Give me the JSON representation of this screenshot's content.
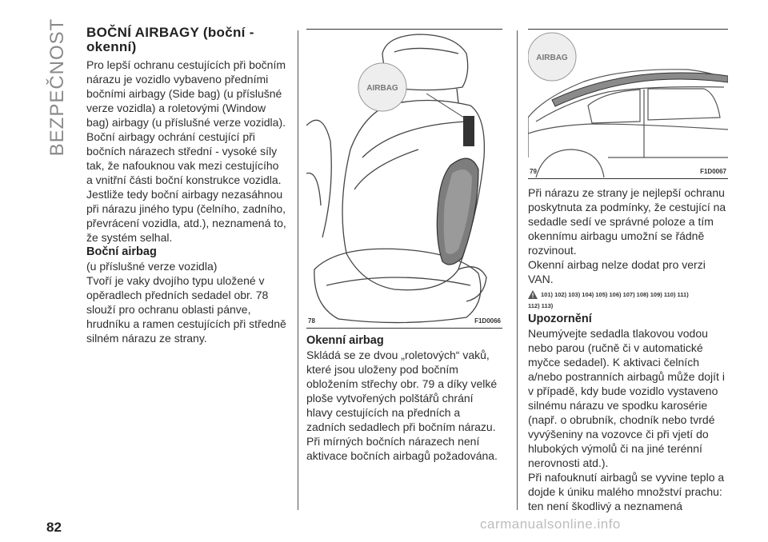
{
  "section_tab": "BEZPEČNOST",
  "page_number": "82",
  "watermark": "carmanualsonline.info",
  "col1": {
    "heading": "BOČNÍ AIRBAGY (boční - okenní)",
    "p1": "Pro lepší ochranu cestujících při bočním nárazu je vozidlo vybaveno předními bočními airbagy (Side bag) (u příslušné verze vozidla) a roletovými (Window bag) airbagy (u příslušné verze vozidla).",
    "p2": "Boční airbagy ochrání cestující při bočních nárazech střední - vysoké síly tak, že nafouknou vak mezi cestujícího a vnitřní části boční konstrukce vozidla.",
    "p3": "Jestliže tedy boční airbagy nezasáhnou při nárazu jiného typu (čelního, zadního, převrácení vozidla, atd.), neznamená to, že systém selhal.",
    "subheading": "Boční airbag",
    "p4": "(u příslušné verze vozidla)",
    "p5": "Tvoří je vaky dvojího typu uložené v opěradlech předních sedadel obr. 78 slouží pro ochranu oblasti pánve, hrudníku a ramen cestujících při středně silném nárazu ze strany."
  },
  "fig78": {
    "number": "78",
    "code": "F1D0066",
    "callout": "AIRBAG"
  },
  "col2": {
    "subheading": "Okenní airbag",
    "p1": "Skládá se ze dvou „roletových“ vaků, které jsou uloženy pod bočním obložením střechy obr. 79 a díky velké ploše vytvořených polštářů chrání hlavy cestujících na předních a zadních sedadlech při bočním nárazu.",
    "p2": "Při mírných bočních nárazech není aktivace bočních airbagů požadována."
  },
  "fig79": {
    "number": "79",
    "code": "F1D0067",
    "callout": "AIRBAG"
  },
  "col3": {
    "p1": "Při nárazu ze strany je nejlepší ochranu poskytnuta za podmínky, že cestující na sedadle sedí ve správné poloze a tím okennímu airbagu umožní se řádně rozvinout.",
    "p2": "Okenní airbag nelze dodat pro verzi VAN.",
    "refs_line1": "101)  102)  103)  104)  105)  106)  107)  108)  109)  110)  111)",
    "refs_line2": "112)  113)",
    "subheading": "Upozornění",
    "p3": "Neumývejte sedadla tlakovou vodou nebo parou (ručně či v automatické myčce sedadel). K aktivaci čelních a/nebo postranních airbagů může dojít i v případě, kdy bude vozidlo vystaveno silnému nárazu ve spodku karosérie (např. o obrubník, chodník nebo tvrdé vyvýšeniny na vozovce či při vjetí do hlubokých výmolů či na jiné terénní nerovnosti atd.).",
    "p4": "Při nafouknutí airbagů se vyvine teplo a dojde k úniku malého množství prachu: ten není škodlivý a neznamená"
  }
}
